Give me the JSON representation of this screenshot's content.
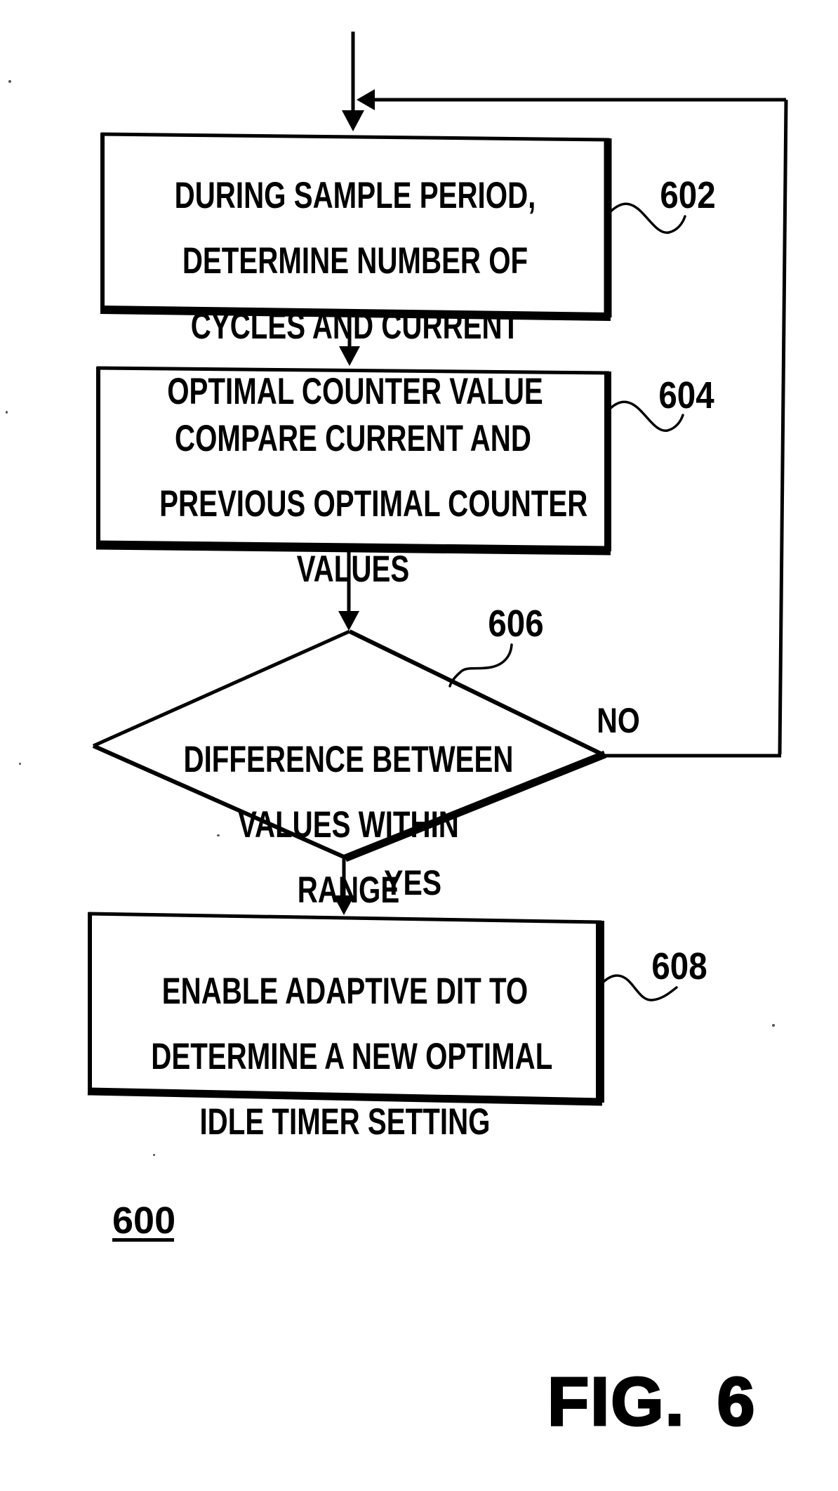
{
  "figure": {
    "caption": "FIG. 6",
    "diagram_number": "600"
  },
  "flowchart": {
    "nodes": [
      {
        "id": "602",
        "type": "process",
        "ref_label": "602",
        "lines": [
          "DURING SAMPLE PERIOD,",
          "DETERMINE NUMBER OF",
          "CYCLES AND CURRENT",
          "OPTIMAL COUNTER VALUE"
        ]
      },
      {
        "id": "604",
        "type": "process",
        "ref_label": "604",
        "lines": [
          "COMPARE CURRENT AND",
          "PREVIOUS OPTIMAL COUNTER",
          "VALUES"
        ]
      },
      {
        "id": "606",
        "type": "decision",
        "ref_label": "606",
        "lines": [
          "DIFFERENCE BETWEEN",
          "VALUES WITHIN",
          "RANGE"
        ]
      },
      {
        "id": "608",
        "type": "process",
        "ref_label": "608",
        "lines": [
          "ENABLE ADAPTIVE DIT TO",
          "DETERMINE A NEW OPTIMAL",
          "IDLE TIMER SETTING"
        ]
      }
    ],
    "branch_labels": {
      "no": "NO",
      "yes": "YES"
    }
  },
  "colors": {
    "ink": "#000000",
    "paper": "#ffffff"
  }
}
